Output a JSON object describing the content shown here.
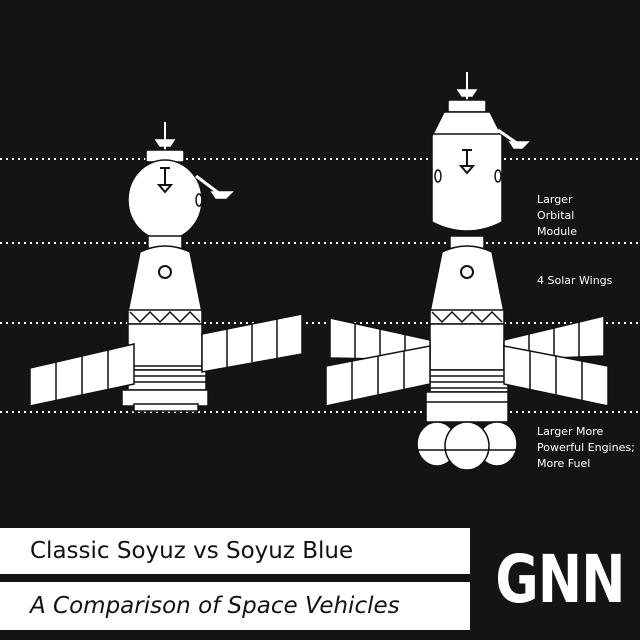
{
  "annotations": {
    "orbital": "Larger\nOrbital\nModule",
    "solar": "4 Solar Wings",
    "engines": "Larger More\nPowerful Engines;\nMore Fuel"
  },
  "banner": {
    "title": "Classic Soyuz vs Soyuz Blue",
    "subtitle": "A Comparison of Space Vehicles"
  },
  "logo": {
    "text": "GNN"
  },
  "colors": {
    "background": "#141414",
    "outline": "#ffffff",
    "fill": "#ffffff",
    "stroke": "#111111"
  }
}
